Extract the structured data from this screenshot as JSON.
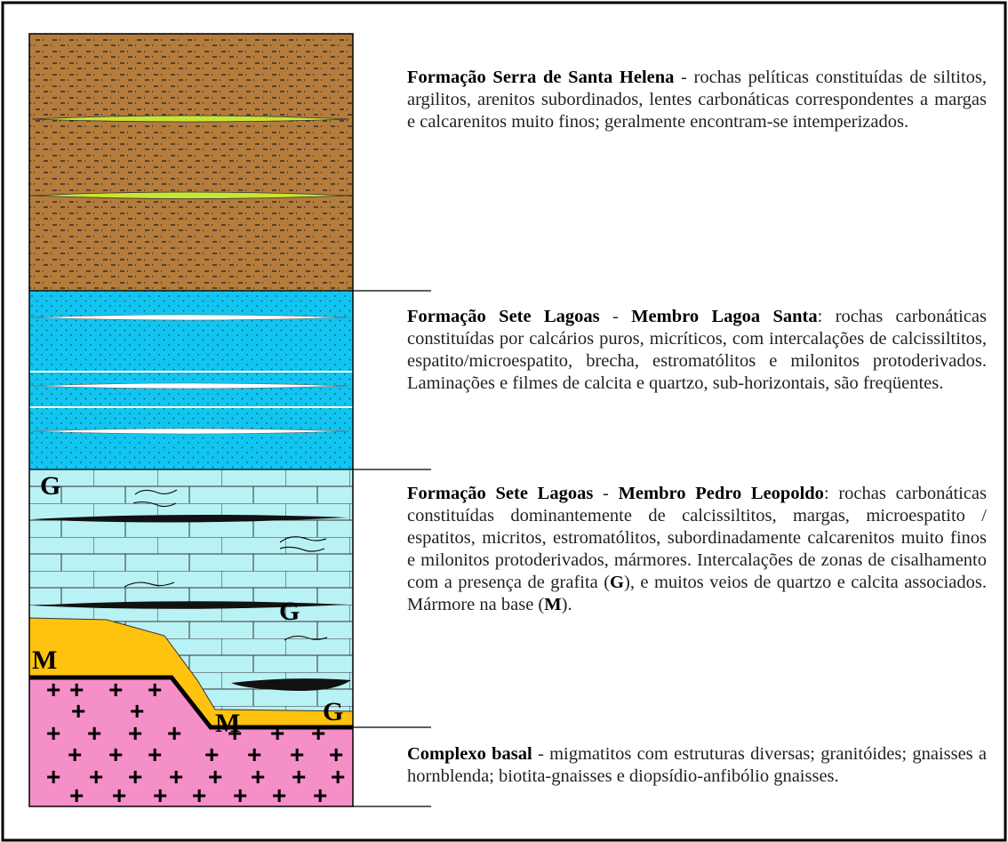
{
  "units": [
    {
      "name": "Formação Serra de Santa Helena",
      "separator": " - ",
      "text": "rochas pelíticas constituídas de siltitos, argilitos, arenitos subordinados, lentes carbonáticas correspondentes a margas e calcarenitos muito finos; geralmente encontram-se intemperizados.",
      "color": "#b57c3c"
    },
    {
      "name": "Formação Sete Lagoas",
      "separator": " - ",
      "member": "Membro Lagoa Santa",
      "text": ": rochas carbonáticas constituídas por calcários puros, micríticos, com intercalações de calcissiltitos, espatito/microespatito, brecha, estromatólitos e milonitos protoderivados. Laminações e filmes de calcita e quartzo, sub-horizontais, são freqüentes.",
      "color": "#12c5f0"
    },
    {
      "name": "Formação Sete Lagoas",
      "separator": " - ",
      "member": "Membro Pedro Leopoldo",
      "text_a": ": rochas carbonáticas constituídas dominantemente de calcissiltitos, margas, microespatito / espatitos, micritos, estromatólitos, subordinadamente calcarenitos muito finos e milonitos protoderivados, mármores. Intercalações de zonas de cisalhamento com a presença de grafita (",
      "sym_g": "G",
      "text_b": "), e muitos veios de quartzo e calcita associados. Mármore na base (",
      "sym_m": "M",
      "text_c": ").",
      "color": "#b9f2f4"
    },
    {
      "name": "Complexo basal",
      "separator": " - ",
      "text": "migmatitos com estruturas diversas; granitóides; gnaisses a hornblenda; biotita-gnaisses e diopsídio-anfibólio gnaisses.",
      "color": "#f58fc7"
    }
  ],
  "column_labels": {
    "graphite": "G",
    "marble": "M",
    "plus": "+"
  },
  "colors": {
    "marble": "#ffc20e",
    "lens_green": "#c9e533",
    "dark_vein": "#111111"
  }
}
